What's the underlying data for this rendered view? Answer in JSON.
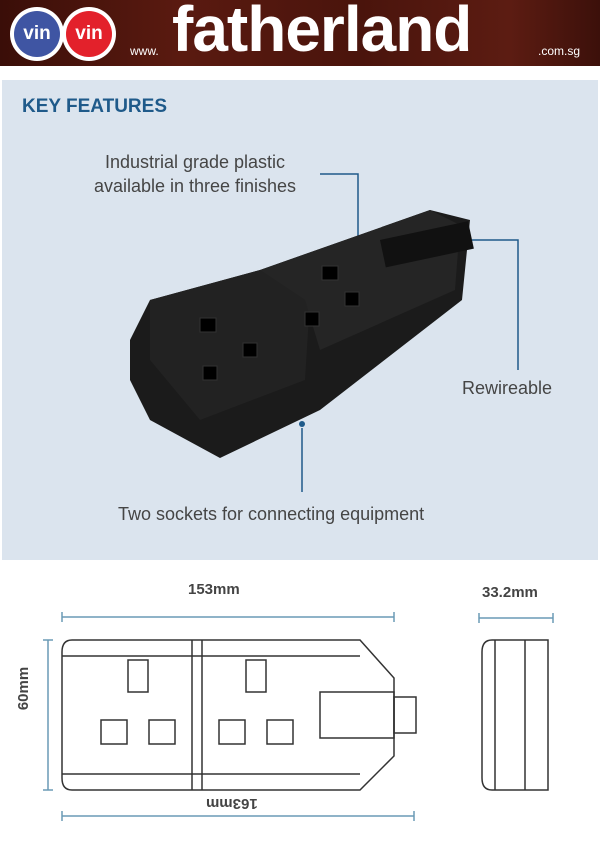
{
  "banner": {
    "logo_left": "vin",
    "logo_right": "vin",
    "prefix": "www.",
    "brand": "fatherland",
    "suffix": ".com.sg",
    "colors": {
      "blue": "#3f55a3",
      "red": "#e3212b"
    }
  },
  "features": {
    "title": "KEY FEATURES",
    "callouts": [
      {
        "text_line1": "Industrial grade plastic",
        "text_line2": "available in three finishes"
      },
      {
        "text": "Rewireable"
      },
      {
        "text": "Two sockets for connecting equipment"
      }
    ]
  },
  "dimensions": {
    "width_top": "153mm",
    "height": "60mm",
    "depth": "33.2mm",
    "width_bottom": "163mm"
  }
}
